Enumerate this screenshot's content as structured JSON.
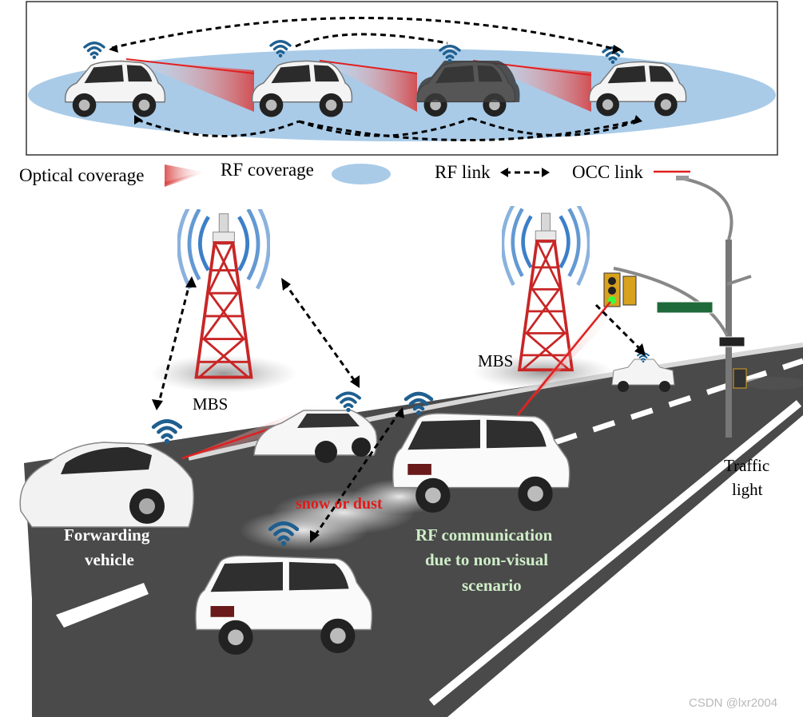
{
  "legend": {
    "optical_coverage": "Optical coverage",
    "rf_coverage": "RF coverage",
    "rf_link": "RF link",
    "occ_link": "OCC link"
  },
  "towers": [
    {
      "label": "MBS"
    },
    {
      "label": "MBS"
    }
  ],
  "labels": {
    "forwarding_vehicle_line1": "Forwarding",
    "forwarding_vehicle_line2": "vehicle",
    "snow_or_dust": "snow or dust",
    "rf_comm_line1": "RF communication",
    "rf_comm_line2": "due to non-visual",
    "rf_comm_line3": "scenario",
    "traffic_light_line1": "Traffic",
    "traffic_light_line2": "light"
  },
  "watermark": "CSDN @lxr2004",
  "colors": {
    "rf_coverage": "#a9cbe8",
    "occ_link": "#e02020",
    "optical_beam": "#e05050",
    "road": "#4a4a4a",
    "wifi_icon": "#1f5f8f",
    "tower_red": "#d62a2a",
    "signal_wave": "#3c7fc8"
  }
}
